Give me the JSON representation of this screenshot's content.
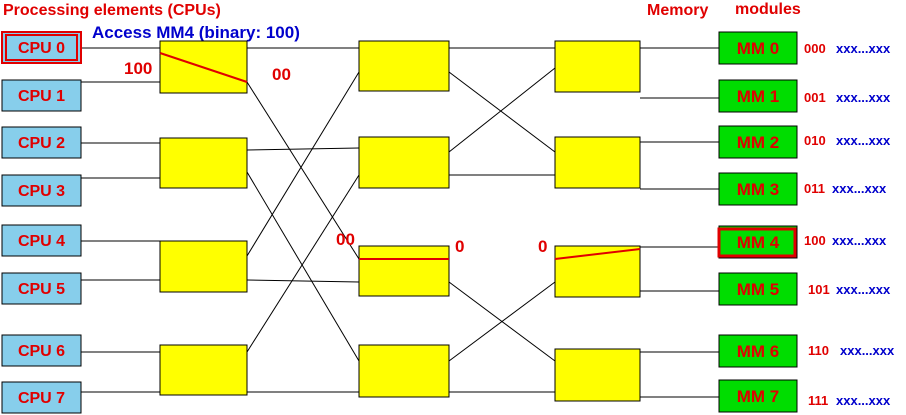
{
  "header": {
    "processing_title": "Processing elements (CPUs)",
    "memory_title_1": "Memory",
    "memory_title_2": "modules",
    "access_note": "Access MM4 (binary: 100)"
  },
  "cpus": [
    "CPU 0",
    "CPU 1",
    "CPU 2",
    "CPU 3",
    "CPU 4",
    "CPU 5",
    "CPU 6",
    "CPU 7"
  ],
  "memory_modules": [
    {
      "label": "MM 0",
      "code": "000",
      "suffix": "xxx...xxx"
    },
    {
      "label": "MM 1",
      "code": "001",
      "suffix": "xxx...xxx"
    },
    {
      "label": "MM 2",
      "code": "010",
      "suffix": "xxx...xxx"
    },
    {
      "label": "MM 3",
      "code": "011",
      "suffix": "xxx...xxx"
    },
    {
      "label": "MM 4",
      "code": "100",
      "suffix": "xxx...xxx"
    },
    {
      "label": "MM 5",
      "code": "101",
      "suffix": "xxx...xxx"
    },
    {
      "label": "MM 6",
      "code": "110",
      "suffix": "xxx...xxx"
    },
    {
      "label": "MM 7",
      "code": "111",
      "suffix": "xxx...xxx"
    }
  ],
  "route_labels": {
    "stage1_in": "100",
    "stage1_out": "00",
    "stage2_in": "00",
    "stage2_out": "0",
    "stage3_in": "0"
  },
  "colors": {
    "cpu_fill": "#87ceeb",
    "mm_fill": "#00dd00",
    "switch_fill": "#ffff00",
    "label_red": "#e00000",
    "label_blue": "#0000cc",
    "highlight": "#e00000"
  }
}
